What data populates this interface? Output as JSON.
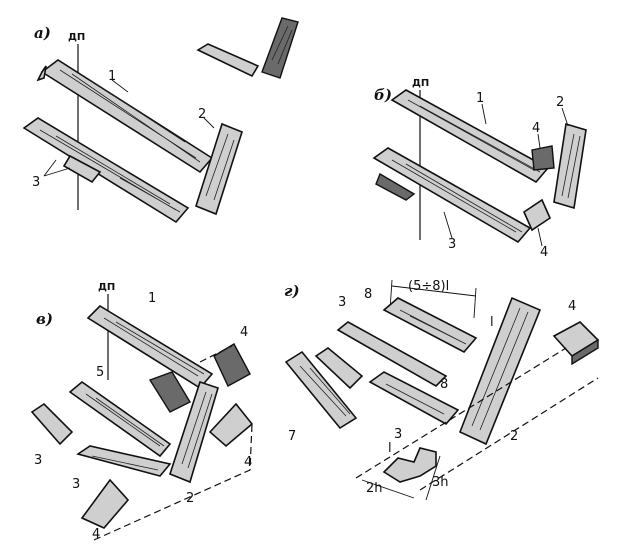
{
  "panels": {
    "a": {
      "label": "а)",
      "axis": "ДП",
      "numbers": [
        "1",
        "2",
        "3"
      ]
    },
    "b": {
      "label": "б)",
      "axis": "ДП",
      "numbers": [
        "1",
        "2",
        "3",
        "4",
        "4"
      ]
    },
    "v": {
      "label": "в)",
      "axis": "ДП",
      "numbers": [
        "1",
        "2",
        "3",
        "3",
        "4",
        "4",
        "4",
        "5"
      ]
    },
    "g": {
      "label": "г)",
      "dimension": "(5÷8)l",
      "numbers": [
        "3",
        "8",
        "8",
        "7",
        "3",
        "2",
        "4",
        "l",
        "l"
      ],
      "dim_2h": "2h",
      "dim_3h": "3h"
    }
  }
}
